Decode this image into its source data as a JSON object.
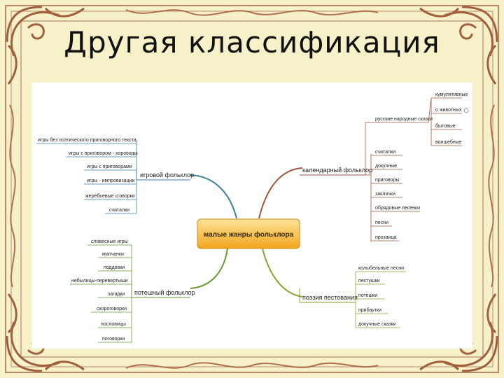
{
  "slide": {
    "title": "Другая классификация"
  },
  "mindmap": {
    "center": "малые жанры фольклора",
    "branches": {
      "igrovoy": {
        "label": "игровой фольклор",
        "items": [
          "игры без поэтического приговорного текста",
          "игры с приговором - хороводы",
          "игры с приговорами",
          "игры - импровизации",
          "жеребьевые сговорки",
          "считалки"
        ]
      },
      "kalendarny": {
        "label": "календарный фольклор",
        "items": [
          "русские народные сказки",
          "считалки",
          "докучные",
          "приговоры",
          "заклички",
          "обрядовые песенки",
          "песни",
          "прозаица"
        ],
        "sub_items": [
          "кумулятивные",
          "о животных",
          "бытовые",
          "волшебные"
        ]
      },
      "poteshny": {
        "label": "потешный фольклор",
        "items": [
          "словесные игры",
          "молчанки",
          "поддевки",
          "небылицы-перевертыши",
          "загадки",
          "скороговорки",
          "пословицы",
          "поговорки"
        ]
      },
      "poeziya": {
        "label": "поэзия пестования",
        "items": [
          "колыбельные песни",
          "пестушки",
          "потешки",
          "прибаутки",
          "докучные сказки"
        ]
      }
    }
  },
  "colors": {
    "background": "#f7f1c9",
    "panel": "#ffffff",
    "center_fill_top": "#fcd67a",
    "center_fill_bottom": "#f3a51c",
    "branch_line_igrovoy": "#3f7fa0",
    "branch_line_kalendarny": "#9a5a3a",
    "branch_line_poteshny": "#6a9a30",
    "branch_line_poeziya": "#8aa030",
    "frame_ornament": "#b07050"
  }
}
